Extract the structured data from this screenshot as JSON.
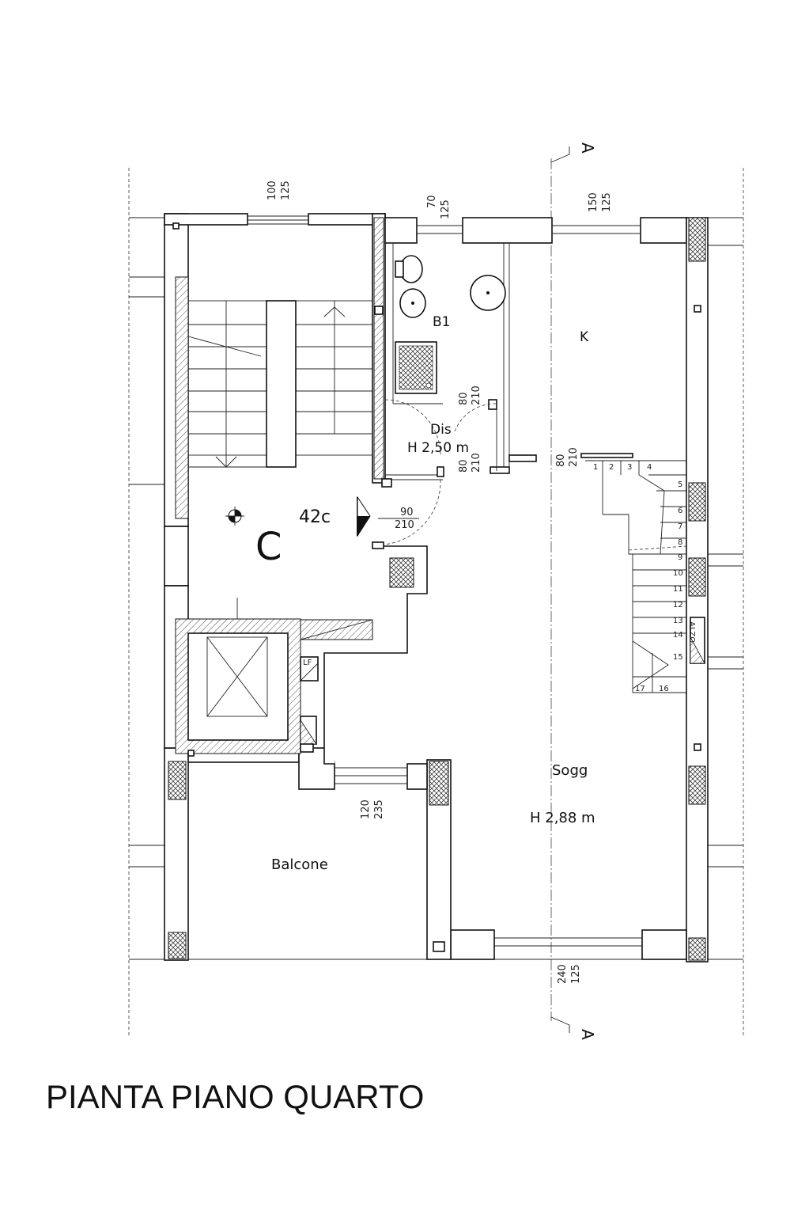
{
  "title": "PIANTA PIANO QUARTO",
  "section_marker": "A",
  "rooms": {
    "bath": "B1",
    "kitchen": "K",
    "hall": "Dis",
    "hall_height": "H 2,50 m",
    "stair": "C",
    "stair_code": "42c",
    "living": "Sogg",
    "living_height": "H 2,88 m",
    "balcony": "Balcone"
  },
  "dimensions": {
    "window_stair_top": [
      "100",
      "125"
    ],
    "window_bath_top": [
      "70",
      "125"
    ],
    "window_kitchen_top": [
      "150",
      "125"
    ],
    "door_bath": [
      "80",
      "210"
    ],
    "door_hall": [
      "80",
      "210"
    ],
    "door_kitchen": [
      "80",
      "210"
    ],
    "door_entrance": [
      "90",
      "210"
    ],
    "window_balcony": [
      "120",
      "235"
    ],
    "window_living_bottom": [
      "240",
      "125"
    ]
  },
  "stair_steps": [
    "1",
    "2",
    "3",
    "4",
    "5",
    "6",
    "7",
    "8",
    "9",
    "10",
    "11",
    "12",
    "13",
    "14",
    "15",
    "16",
    "17"
  ],
  "small_tags": {
    "lift_switch": "LF",
    "panel": "ALZO"
  }
}
